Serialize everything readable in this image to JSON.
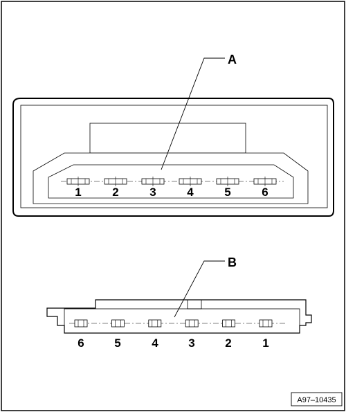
{
  "callouts": {
    "a": "A",
    "b": "B"
  },
  "connector_a_pins": [
    "1",
    "2",
    "3",
    "4",
    "5",
    "6"
  ],
  "connector_b_pins": [
    "6",
    "5",
    "4",
    "3",
    "2",
    "1"
  ],
  "figure_ref": "A97–10435"
}
